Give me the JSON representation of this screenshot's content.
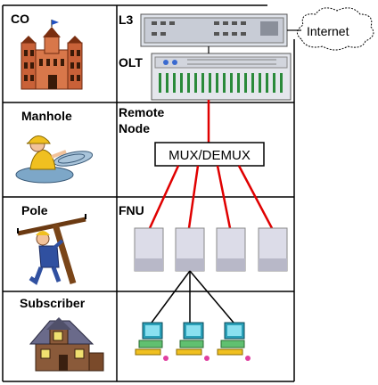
{
  "rows": [
    {
      "label": "CO",
      "icon": "central-office-building-icon"
    },
    {
      "label": "Manhole",
      "icon": "manhole-worker-icon"
    },
    {
      "label": "Pole",
      "icon": "pole-lineman-icon"
    },
    {
      "label": "Subscriber",
      "icon": "house-icon"
    }
  ],
  "nodes": {
    "l3": "L3",
    "olt": "OLT",
    "internet": "Internet",
    "remote_node_line1": "Remote",
    "remote_node_line2": "Node",
    "mux": "MUX/DEMUX",
    "fnu": "FNU"
  },
  "colors": {
    "fiber": "#e00000",
    "copper": "#000000",
    "fnu_box": "#dcdce8"
  }
}
